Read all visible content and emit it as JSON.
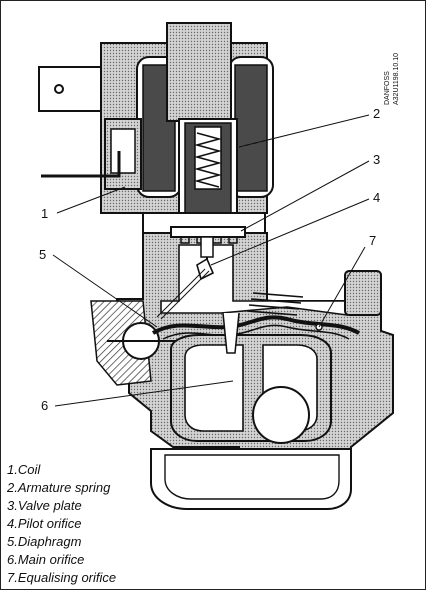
{
  "vendor_mark": {
    "brand": "DANFOSS",
    "code": "A32U1198.10.10"
  },
  "callouts": [
    {
      "number": "1"
    },
    {
      "number": "2"
    },
    {
      "number": "3"
    },
    {
      "number": "4"
    },
    {
      "number": "5"
    },
    {
      "number": "6"
    },
    {
      "number": "7"
    }
  ],
  "legend": [
    "1.Coil",
    "2.Armature spring",
    "3.Valve plate",
    "4.Pilot orifice",
    "5.Diaphragm",
    "6.Main orifice",
    "7.Equalising orifice"
  ],
  "colors": {
    "ink": "#111111",
    "body_fill": "#bdbdbd",
    "coil_fill": "#5a5a5a",
    "paper": "#ffffff"
  }
}
